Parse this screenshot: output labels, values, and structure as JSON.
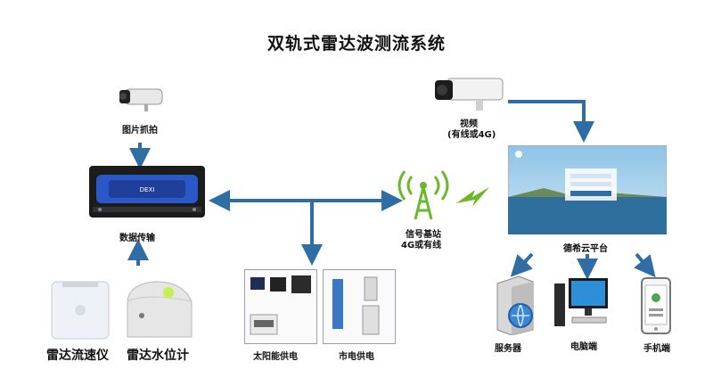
{
  "title": "双轨式雷达波测流系统",
  "nodes": {
    "camera_left": "图片抓拍",
    "data_unit": "数据传输",
    "radar_flow": "雷达流速仪",
    "radar_level": "雷达水位计",
    "solar": "太阳能供电",
    "mains": "市电供电",
    "video_line1": "视频",
    "video_line2": "(有线或4G)",
    "base_line1": "信号基站",
    "base_line2": "4G或有线",
    "cloud": "德希云平台",
    "server": "服务器",
    "pc": "电脑端",
    "mobile": "手机端"
  },
  "device_panel_text": "DEXI",
  "colors": {
    "arrow": "#2f6ea5",
    "signal_green": "#6bb82a",
    "device_blue": "#2b58c8",
    "sky": "#8ec3e6",
    "sea": "#2e6f9e"
  }
}
